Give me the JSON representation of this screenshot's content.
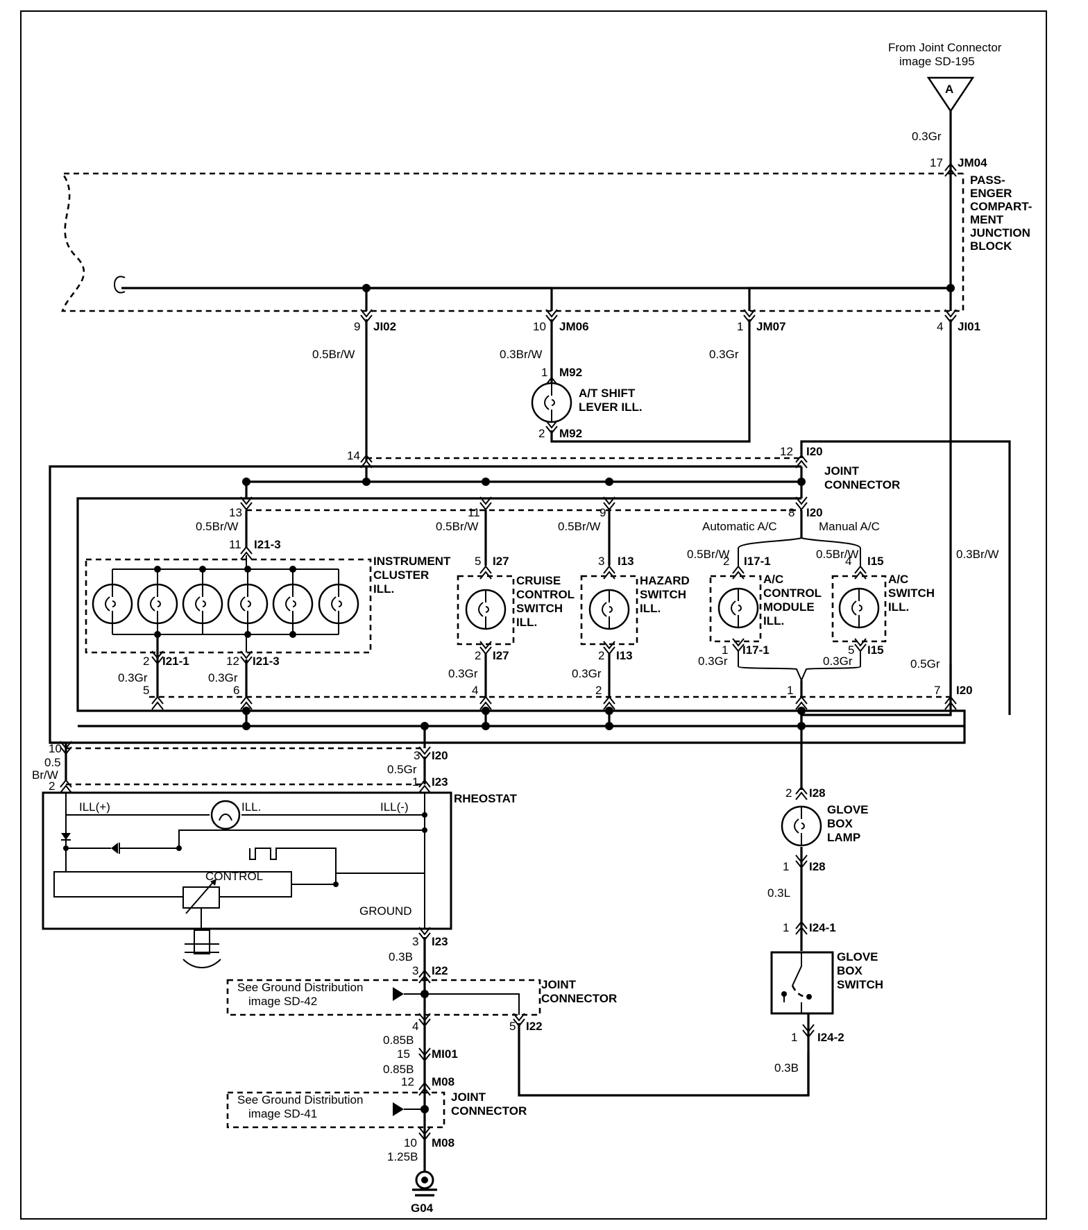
{
  "source": {
    "line1": "From Joint Connector",
    "line2": "image SD-195",
    "marker": "A"
  },
  "passenger_junction_block": {
    "lines": [
      "PASS-",
      "ENGER",
      "COMPART-",
      "MENT",
      "JUNCTION",
      "BLOCK"
    ]
  },
  "wires": {
    "jm04_wire": "0.3Gr",
    "ji02_wire": "0.5Br/W",
    "jm06_wire": "0.3Br/W",
    "jm07_wire": "0.3Gr",
    "ji01_wire": "0.3Br/W",
    "i21_3_in": "0.5Br/W",
    "i27_in": "0.5Br/W",
    "i13_in": "0.5Br/W",
    "i17_in": "0.5Br/W",
    "i15_in": "0.5Br/W",
    "i21_1_out": "0.3Gr",
    "i21_3_out": "0.3Gr",
    "i27_out": "0.3Gr",
    "i13_out": "0.3Gr",
    "i17_out": "0.3Gr",
    "i15_out": "0.3Gr",
    "i20_7": "0.5Gr",
    "i20_10_a": "0.5",
    "i20_10_b": "Br/W",
    "i20_3": "0.5Gr",
    "i23_3": "0.3B",
    "i22_4": "0.85B",
    "mi01": "0.85B",
    "m08_10": "1.25B",
    "i28_1": "0.3L",
    "i24_2": "0.3B"
  },
  "pins": {
    "jm04": "17",
    "jm04_name": "JM04",
    "ji02": "9",
    "ji02_name": "JI02",
    "jm06": "10",
    "jm06_name": "JM06",
    "jm07": "1",
    "jm07_name": "JM07",
    "ji01": "4",
    "ji01_name": "JI01",
    "m92_1": "1",
    "m92_2": "2",
    "m92_name": "M92",
    "i20_14": "14",
    "i20_12": "12",
    "i20_name": "I20",
    "i20_13": "13",
    "i20_11": "11",
    "i20_9": "9",
    "i20_8": "8",
    "i21_3_top": "11",
    "i21_3_name": "I21-3",
    "i27_5": "5",
    "i27_2": "2",
    "i27_name": "I27",
    "i13_3": "3",
    "i13_2": "2",
    "i13_name": "I13",
    "i17_2": "2",
    "i17_1": "1",
    "i17_name": "I17-1",
    "i15_4": "4",
    "i15_5": "5",
    "i15_name": "I15",
    "i21_1": "2",
    "i21_1_name": "I21-1",
    "i21_3_bot": "12",
    "i20_5": "5",
    "i20_6": "6",
    "i20_4": "4",
    "i20_2": "2",
    "i20_1": "1",
    "i20_7": "7",
    "i20_10": "10",
    "i20_3": "3",
    "i23_2": "2",
    "i23_1": "1",
    "i23_3": "3",
    "i23_name": "I23",
    "i22_3": "3",
    "i22_4": "4",
    "i22_5": "5",
    "i22_name": "I22",
    "mi01": "15",
    "mi01_name": "MI01",
    "m08_12": "12",
    "m08_10": "10",
    "m08_name": "M08",
    "i28_2": "2",
    "i28_1": "1",
    "i28_name": "I28",
    "i24_1": "1",
    "i24_1_name": "I24-1",
    "i24_2": "1",
    "i24_2_name": "I24-2"
  },
  "components": {
    "at_shift": [
      "A/T SHIFT",
      "LEVER ILL."
    ],
    "joint_connector": [
      "JOINT",
      "CONNECTOR"
    ],
    "auto_ac": "Automatic A/C",
    "manual_ac": "Manual A/C",
    "instrument_cluster": [
      "INSTRUMENT",
      "CLUSTER",
      "ILL."
    ],
    "cruise": [
      "CRUISE",
      "CONTROL",
      "SWITCH",
      "ILL."
    ],
    "hazard": [
      "HAZARD",
      "SWITCH",
      "ILL."
    ],
    "ac_module": [
      "A/C",
      "CONTROL",
      "MODULE",
      "ILL."
    ],
    "ac_switch": [
      "A/C",
      "SWITCH",
      "ILL."
    ],
    "rheostat": "RHEOSTAT",
    "rheostat_ill_plus": "ILL(+)",
    "rheostat_ill": "ILL.",
    "rheostat_ill_minus": "ILL(-)",
    "rheostat_control": "CONTROL",
    "rheostat_ground": "GROUND",
    "glove_lamp": [
      "GLOVE",
      "BOX",
      "LAMP"
    ],
    "glove_switch": [
      "GLOVE",
      "BOX",
      "SWITCH"
    ],
    "ground_ref_1": [
      "See Ground Distribution",
      "image SD-42"
    ],
    "ground_ref_2": [
      "See Ground Distribution",
      "image SD-41"
    ],
    "ground_point": "G04"
  }
}
